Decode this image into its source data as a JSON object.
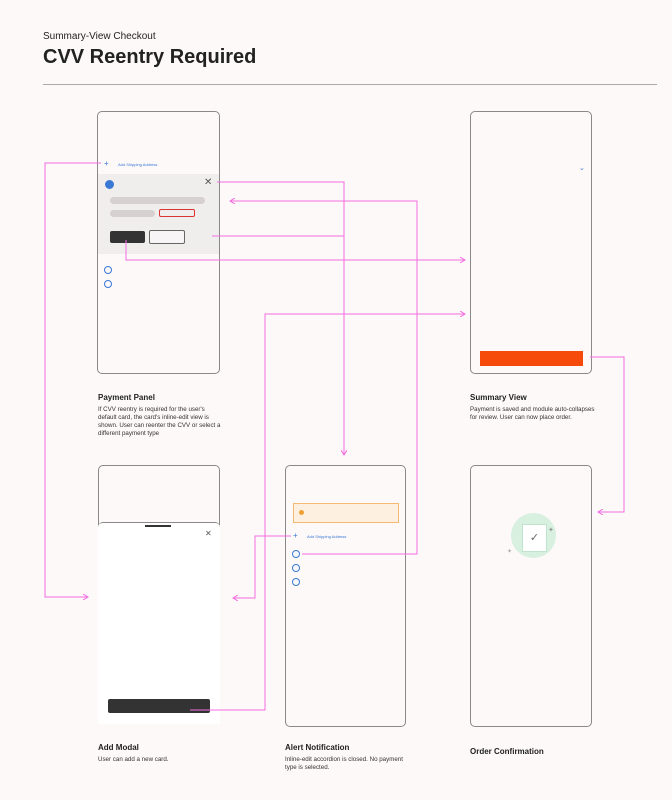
{
  "header": {
    "subtitle": "Summary-View Checkout",
    "title": "CVV Reentry Required"
  },
  "panels": {
    "payment": {
      "title": "Payment Panel",
      "desc": "If CVV reentry is required for the user's default card, the card's inline-edit view is shown. User can reenter the CVV or select a different payment type",
      "add_shipping": "Add Shipping Address"
    },
    "summary": {
      "title": "Summary View",
      "desc": "Payment is saved and module auto-collapses for review. User can now place order."
    },
    "add_modal": {
      "title": "Add Modal",
      "desc": "User can add a new card."
    },
    "alert": {
      "title": "Alert Notification",
      "desc": "Inline-edit accordion is closed. No payment type is selected.",
      "add_shipping": "Add Shipping Address"
    },
    "order": {
      "title": "Order Confirmation"
    }
  },
  "colors": {
    "connector": "#f46de0",
    "accent": "#f54a0a",
    "link": "#3a78d6",
    "alert_bg": "#fdf0e0",
    "alert_border": "#f5b971"
  }
}
